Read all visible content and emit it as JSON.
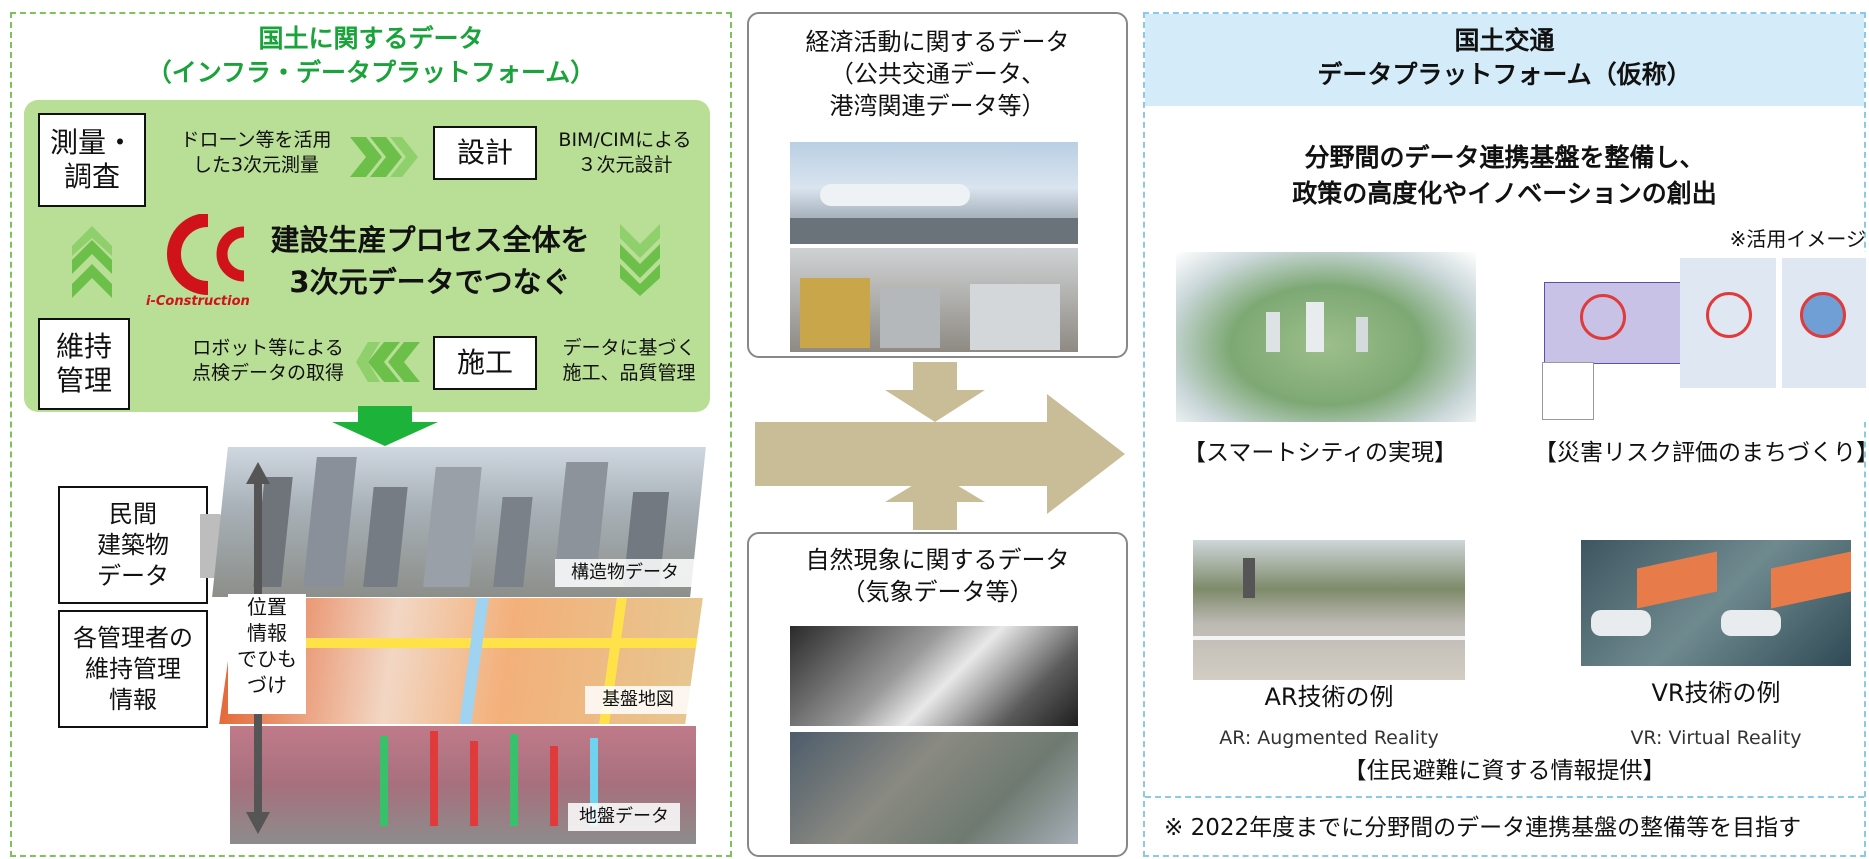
{
  "left": {
    "title_line1": "国土に関するデータ",
    "title_line2": "（インフラ・データプラットフォーム）",
    "stages": {
      "survey": "測量・\n調査",
      "design": "設計",
      "maintenance": "維持\n管理",
      "construction": "施工"
    },
    "descs": {
      "drone": "ドローン等を活用\nした3次元測量",
      "bim": "BIM/CIMによる\n３次元設計",
      "robot": "ロボット等による\n点検データの取得",
      "quality": "データに基づく\n施工、品質管理"
    },
    "logo_text": "i-Construction",
    "center_line1": "建設生産プロセス全体を",
    "center_line2": "3次元データでつなぐ",
    "side_box1": "民間\n建築物\nデータ",
    "side_box2": "各管理者の\n維持管理\n情報",
    "position_label": "位置\n情報\nでひも\nづけ",
    "layer_structure": "構造物データ",
    "layer_base": "基盤地図",
    "layer_ground": "地盤データ"
  },
  "middle": {
    "econ_title": "経済活動に関するデータ\n（公共交通データ、\n港湾関連データ等）",
    "nature_title": "自然現象に関するデータ\n（気象データ等）"
  },
  "right": {
    "header_line1": "国土交通",
    "header_line2": "データプラットフォーム（仮称）",
    "subtitle_line1": "分野間のデータ連携基盤を整備し、",
    "subtitle_line2": "政策の高度化やイノベーションの創出",
    "usage_note": "※活用イメージ",
    "smart_city": "【スマートシティの実現】",
    "disaster": "【災害リスク評価のまちづくり】",
    "ar_label": "AR技術の例",
    "vr_label": "VR技術の例",
    "ar_full": "AR:  Augmented Reality",
    "vr_full": "VR:  Virtual Reality",
    "evac": "【住民避難に資する情報提供】",
    "footnote": "※ 2022年度までに分野間のデータ連携基盤の整備等を目指す"
  },
  "colors": {
    "green_title": "#1ba33b",
    "green_fill": "#b9de96",
    "chevron_green": "#6cc04a",
    "tan_arrow": "#c9bd98",
    "logo_red": "#d0121b",
    "header_blue": "#d4ecfa"
  }
}
